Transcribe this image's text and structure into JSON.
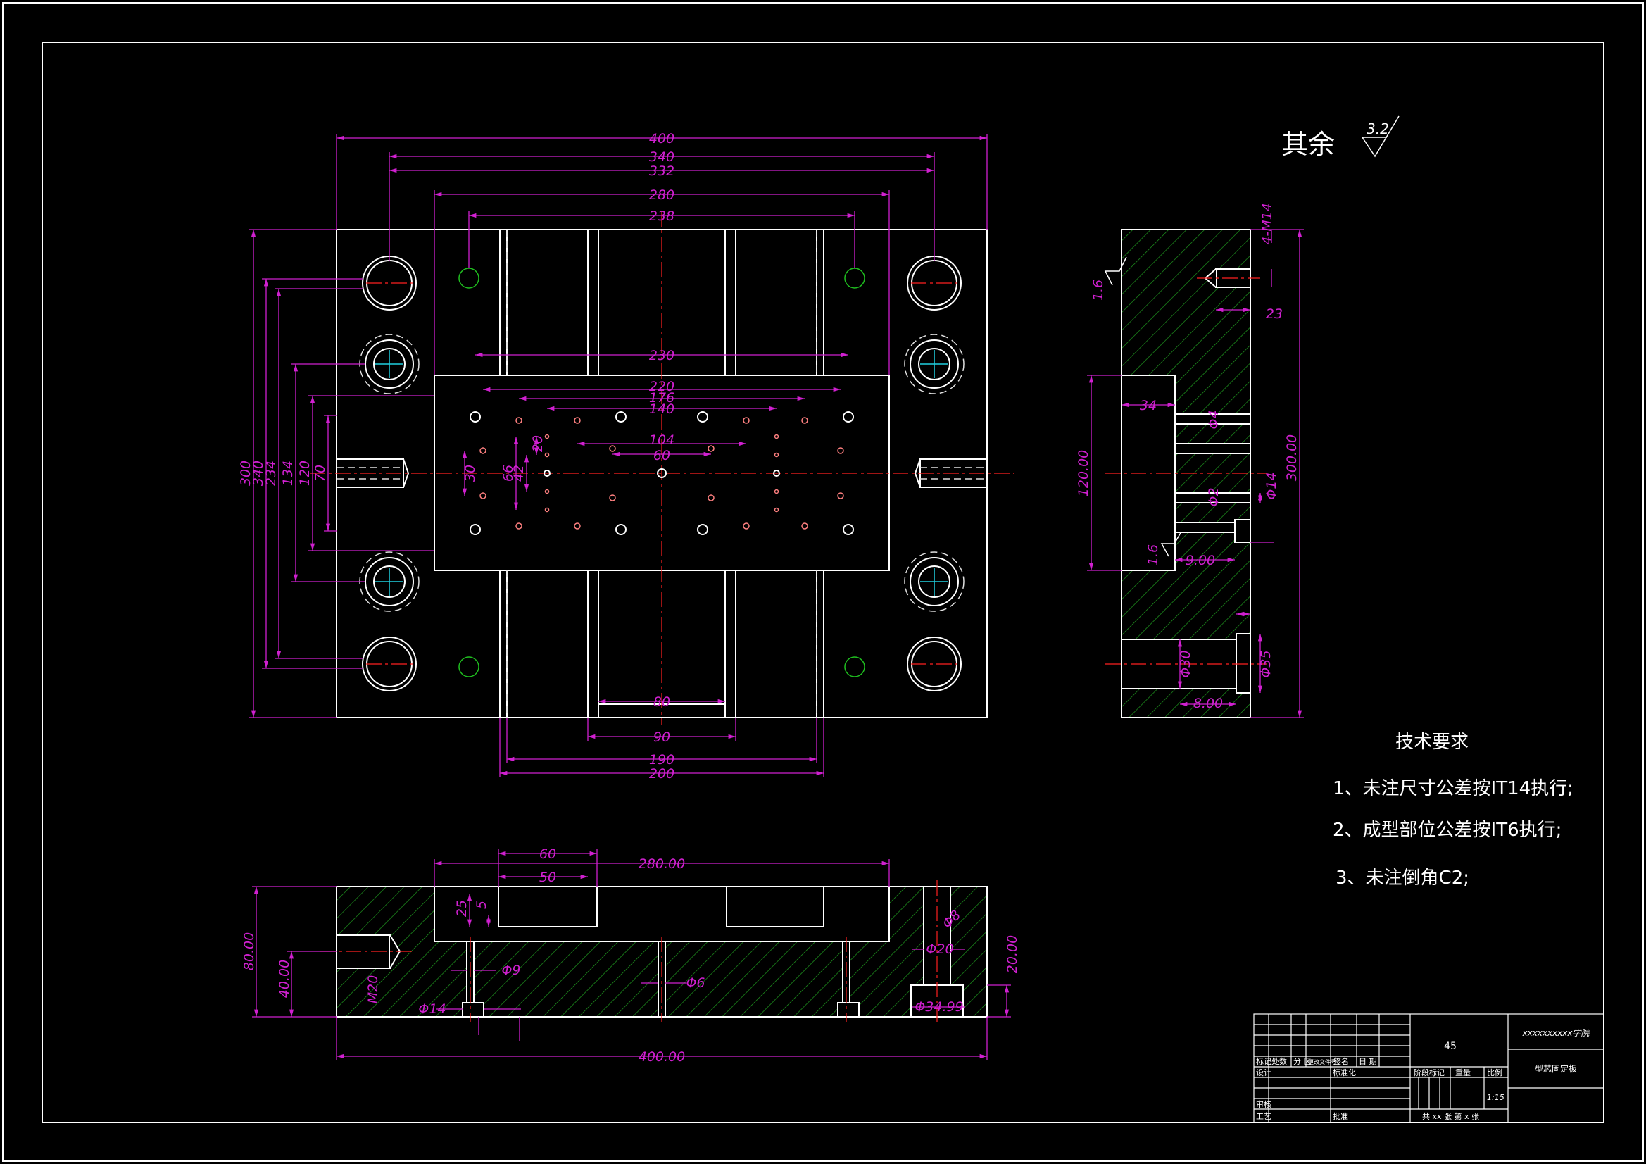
{
  "roughness": {
    "label": "其余",
    "value": "3.2"
  },
  "technical_requirements": {
    "title": "技术要求",
    "items": [
      "1、未注尺寸公差按IT14执行;",
      "2、成型部位公差按IT6执行;",
      "3、未注倒角C2;"
    ]
  },
  "title_block": {
    "material": "45",
    "school": "xxxxxxxxxx学院",
    "part_name": "型芯固定板",
    "scale": "1:15",
    "sheets": "共 xx 张  第 x 张",
    "headers": [
      "标记",
      "处数",
      "分 区",
      "更改文件号",
      "签名",
      "日 期"
    ],
    "labels": {
      "design": "设计",
      "standardization": "标准化",
      "stage_mark": "阶段标记",
      "weight": "重量",
      "scale": "比例",
      "review": "审核",
      "process": "工艺",
      "approve": "批准"
    }
  },
  "dims_top": {
    "h400": "400",
    "h340": "340",
    "h332": "332",
    "h280": "280",
    "h238": "238",
    "h230": "230",
    "h220": "220",
    "h176": "176",
    "h140": "140",
    "h104": "104",
    "h60": "60",
    "h80": "80",
    "h90": "90",
    "h190": "190",
    "h200": "200",
    "v300": "300",
    "v340": "340",
    "v234": "234",
    "v134": "134",
    "v120": "120",
    "v70": "70",
    "v30": "30",
    "v66": "66",
    "v42": "42",
    "v20": "20"
  },
  "dims_bottom": {
    "h60": "60",
    "h50": "50",
    "h280": "280.00",
    "h400": "400.00",
    "v80": "80.00",
    "v40": "40.00",
    "v20": "20.00",
    "v25": "25",
    "v5": "5",
    "d9": "Φ9",
    "d6": "Φ6",
    "d20": "Φ20",
    "d14": "Φ14",
    "d3499": "Φ34.99",
    "m20": "M20",
    "d8": "Φ8"
  },
  "dims_side": {
    "m14": "4-M14",
    "h23": "23",
    "h34": "34",
    "v300": "300.00",
    "v120": "120.00",
    "d14": "Φ14",
    "d9": "9.00",
    "d30": "Φ30",
    "d35": "Φ35",
    "d8": "8.00",
    "r16a": "1.6",
    "r16b": "1.6",
    "d4": "Φ4",
    "d2": "Φ2"
  },
  "colors": {
    "line": "#ffffff",
    "dimension": "#d020d0",
    "center": "#ff2020",
    "hatch": "#1f9a1f",
    "hidden": "#e0e0e0",
    "cyan": "#20d0e0",
    "yellow": "#e6e600"
  }
}
